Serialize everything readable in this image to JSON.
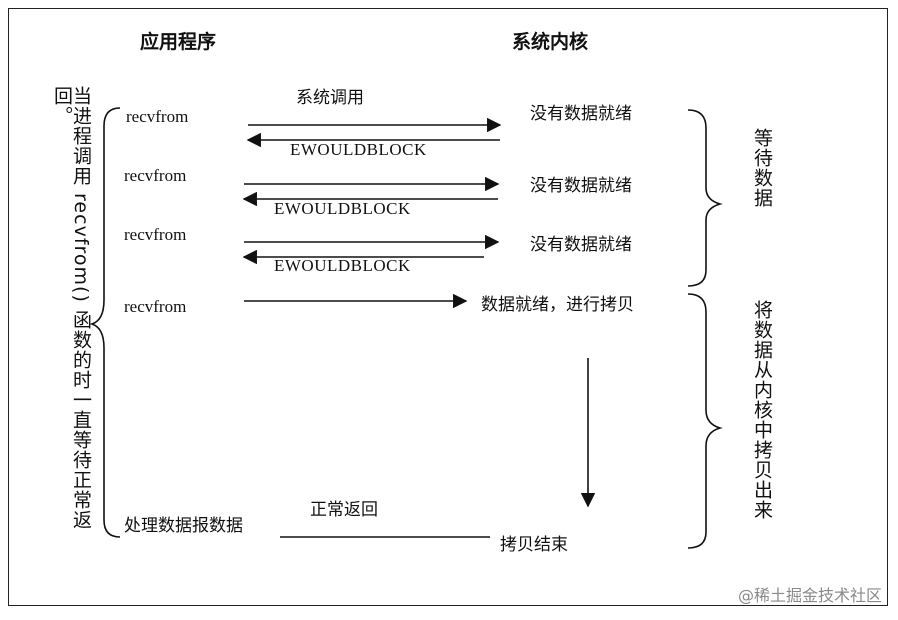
{
  "headers": {
    "app": "应用程序",
    "kernel": "系统内核"
  },
  "left_vertical": "当进程调用 recvfrom() 函数的时一直等待正常返回。",
  "rows": [
    {
      "call": "recvfrom",
      "syscall_label": "系统调用",
      "kernel_state": "没有数据就绪",
      "reply": "EWOULDBLOCK"
    },
    {
      "call": "recvfrom",
      "kernel_state": "没有数据就绪",
      "reply": "EWOULDBLOCK"
    },
    {
      "call": "recvfrom",
      "kernel_state": "没有数据就绪",
      "reply": "EWOULDBLOCK"
    },
    {
      "call": "recvfrom",
      "kernel_state": "数据就绪，进行拷贝"
    }
  ],
  "final": {
    "app_label": "处理数据报数据",
    "return_label": "正常返回",
    "kernel_label": "拷贝结束"
  },
  "right_brackets": {
    "wait": "等待数据",
    "copy": "将数据从内核中拷贝出来"
  },
  "watermark": "@稀土掘金技术社区"
}
